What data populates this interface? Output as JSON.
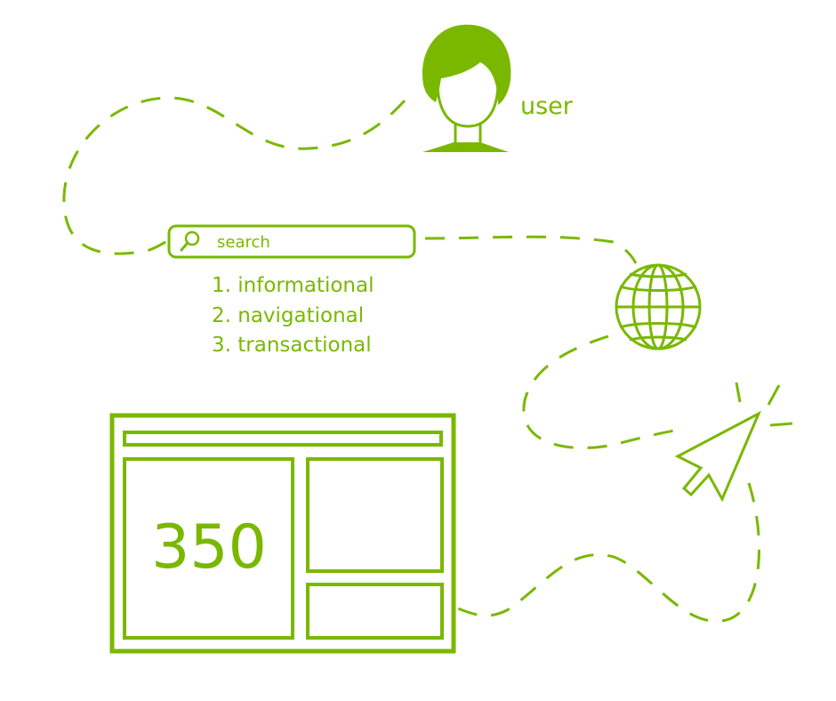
{
  "colors": {
    "accent": "#7ab800",
    "background": "#ffffff"
  },
  "user": {
    "label": "user",
    "icon": "user-avatar-icon"
  },
  "search": {
    "placeholder": "search",
    "icon": "search-icon"
  },
  "search_types": [
    "1. informational",
    "2. navigational",
    "3. transactional"
  ],
  "globe": {
    "icon": "globe-icon"
  },
  "cursor": {
    "icon": "cursor-arrow-icon"
  },
  "webpage": {
    "icon": "webpage-layout-icon",
    "main_value": "350"
  }
}
